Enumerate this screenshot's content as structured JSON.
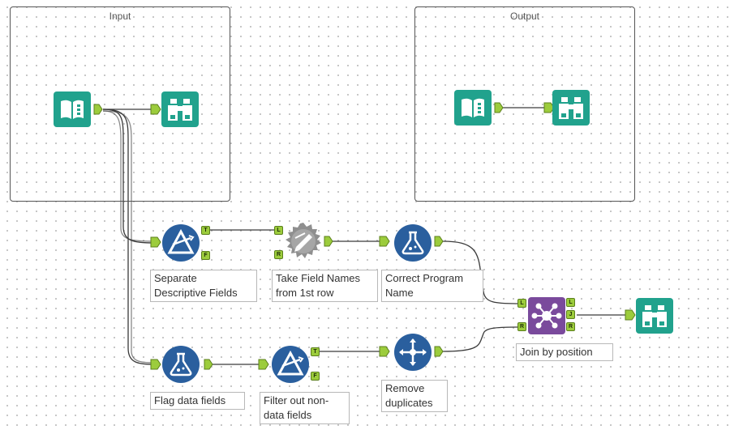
{
  "containers": {
    "input_title": "Input",
    "output_title": "Output"
  },
  "tools": {
    "input_data": {
      "icon": "book-icon"
    },
    "browse_input": {
      "icon": "binoculars-icon"
    },
    "output_data": {
      "icon": "book-icon"
    },
    "browse_output": {
      "icon": "binoculars-icon"
    },
    "separate_descriptive_fields": {
      "icon": "filter-icon",
      "label": "Separate\nDescriptive Fields",
      "anchors": [
        "T",
        "F"
      ]
    },
    "take_field_names": {
      "icon": "dynamic-rename-icon",
      "label": "Take Field Names\nfrom 1st row",
      "anchors": [
        "L",
        "R"
      ]
    },
    "correct_program_name": {
      "icon": "formula-icon",
      "label": "Correct Program\nName"
    },
    "flag_data_fields": {
      "icon": "formula-icon",
      "label": "Flag data fields"
    },
    "filter_out_non_data": {
      "icon": "filter-icon",
      "label": "Filter out non-\ndata fields",
      "anchors": [
        "T",
        "F"
      ]
    },
    "remove_duplicates": {
      "icon": "unique-icon",
      "label": "Remove\nduplicates"
    },
    "join_by_position": {
      "icon": "join-icon",
      "label": "Join by position",
      "anchors_in": [
        "L",
        "R"
      ],
      "anchors_out": [
        "L",
        "J",
        "R"
      ]
    },
    "browse_final": {
      "icon": "binoculars-icon"
    }
  },
  "colors": {
    "teal": "#21a28d",
    "blue": "#2a5f9e",
    "purple": "#7a4a9c",
    "gray": "#8f8f8f",
    "anchor_green": "#9ccc3c",
    "wire": "#3a3a3a"
  }
}
